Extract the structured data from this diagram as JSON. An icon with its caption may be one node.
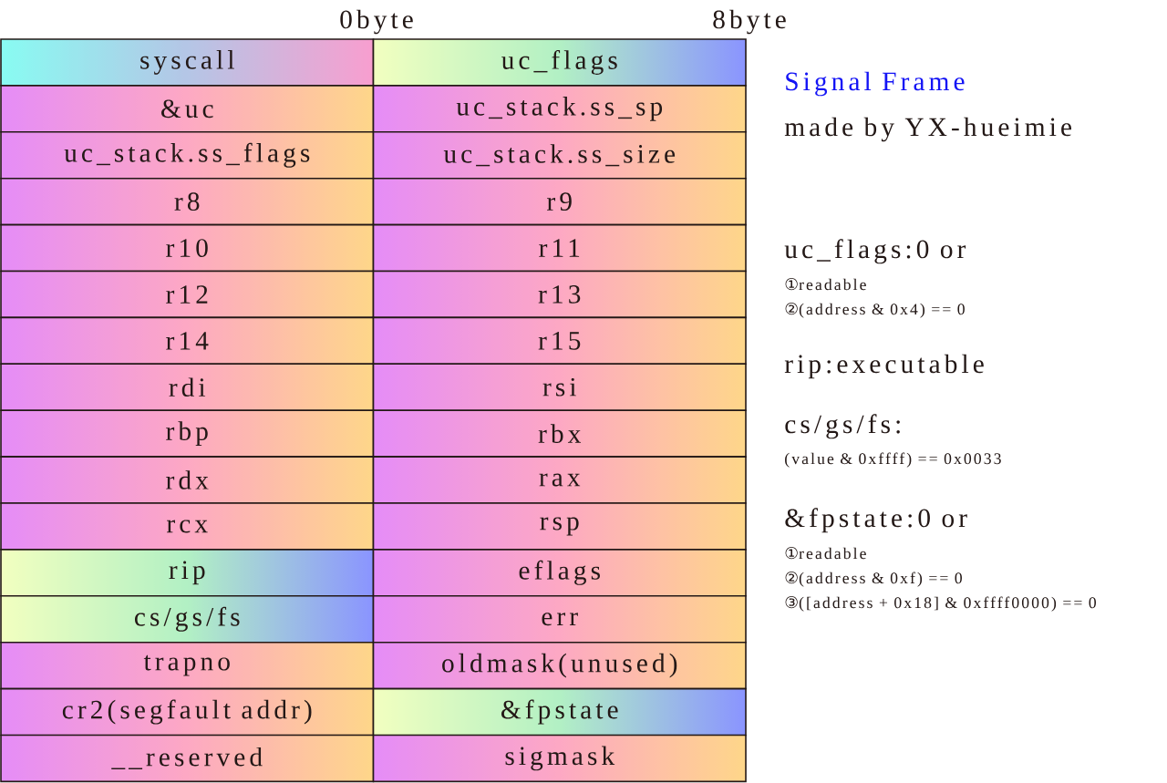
{
  "diagram": {
    "title": "Signal Frame",
    "nodes": [
      {
        "text": [
          "syscall"
        ]
      },
      {
        "text": [
          "uc_flags"
        ]
      },
      {
        "text": [
          "&uc"
        ]
      },
      {
        "text": [
          "uc_stack.ss_sp"
        ]
      },
      {
        "text": [
          "uc_stack.ss_flags"
        ]
      },
      {
        "text": [
          "uc_stack.ss_size"
        ]
      },
      {
        "text": [
          "r8"
        ]
      },
      {
        "text": [
          "r9"
        ]
      },
      {
        "text": [
          "r10"
        ]
      },
      {
        "text": [
          "r11"
        ]
      },
      {
        "text": [
          "r12"
        ]
      },
      {
        "text": [
          "r13"
        ]
      },
      {
        "text": [
          "r14"
        ]
      },
      {
        "text": [
          "r15"
        ]
      },
      {
        "text": [
          "rdi"
        ]
      },
      {
        "text": [
          "rsi"
        ]
      },
      {
        "text": [
          "rbp"
        ]
      },
      {
        "text": [
          "rbx"
        ]
      },
      {
        "text": [
          "rdx"
        ]
      },
      {
        "text": [
          "rax"
        ]
      },
      {
        "text": [
          "rcx"
        ]
      },
      {
        "text": [
          "rsp"
        ]
      },
      {
        "text": [
          "rip"
        ]
      },
      {
        "text": [
          "eflags"
        ]
      },
      {
        "text": [
          "cs/gs/fs"
        ]
      },
      {
        "text": [
          "err"
        ]
      },
      {
        "text": [
          "trapno"
        ]
      },
      {
        "text": [
          "oldmask(unused)"
        ]
      },
      {
        "text": [
          "cr2(segfault addr)"
        ]
      },
      {
        "text": [
          "&fpstate"
        ]
      },
      {
        "text": [
          "__reserved"
        ]
      },
      {
        "text": [
          "sigmask"
        ]
      }
    ],
    "labels": [
      "0byte",
      "8byte",
      "made by YX-hueimie",
      "uc_flags:0 or",
      "①readable",
      "②(address & 0x4) == 0",
      "rip:executable",
      "cs/gs/fs:",
      "(value & 0xffff) == 0x0033",
      "&fpstate:0 or",
      "①readable",
      "②(address & 0xf) == 0",
      "③([address + 0x18] & 0xffff0000) == 0"
    ]
  }
}
